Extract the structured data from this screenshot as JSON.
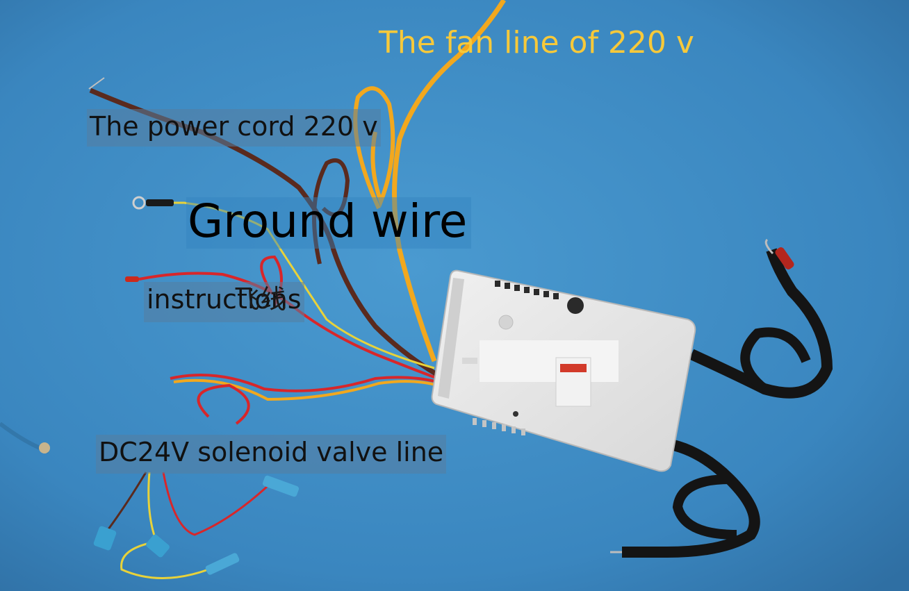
{
  "labels": {
    "fan_line": "The fan line of 220 v",
    "power_cord": "The power cord 220 v",
    "ground_wire": "Ground wire",
    "instructions": "instructions",
    "instructions_cn": "飞线",
    "solenoid_line": "DC24V solenoid valve line"
  },
  "colors": {
    "background": "#3f8fc4",
    "fan_line_text": "#f7c93a",
    "wire_yellow": "#f2a81e",
    "wire_red": "#d8262a",
    "wire_brown": "#5a2a1e",
    "wire_black": "#141414",
    "controller_body": "#e6e6e6"
  }
}
